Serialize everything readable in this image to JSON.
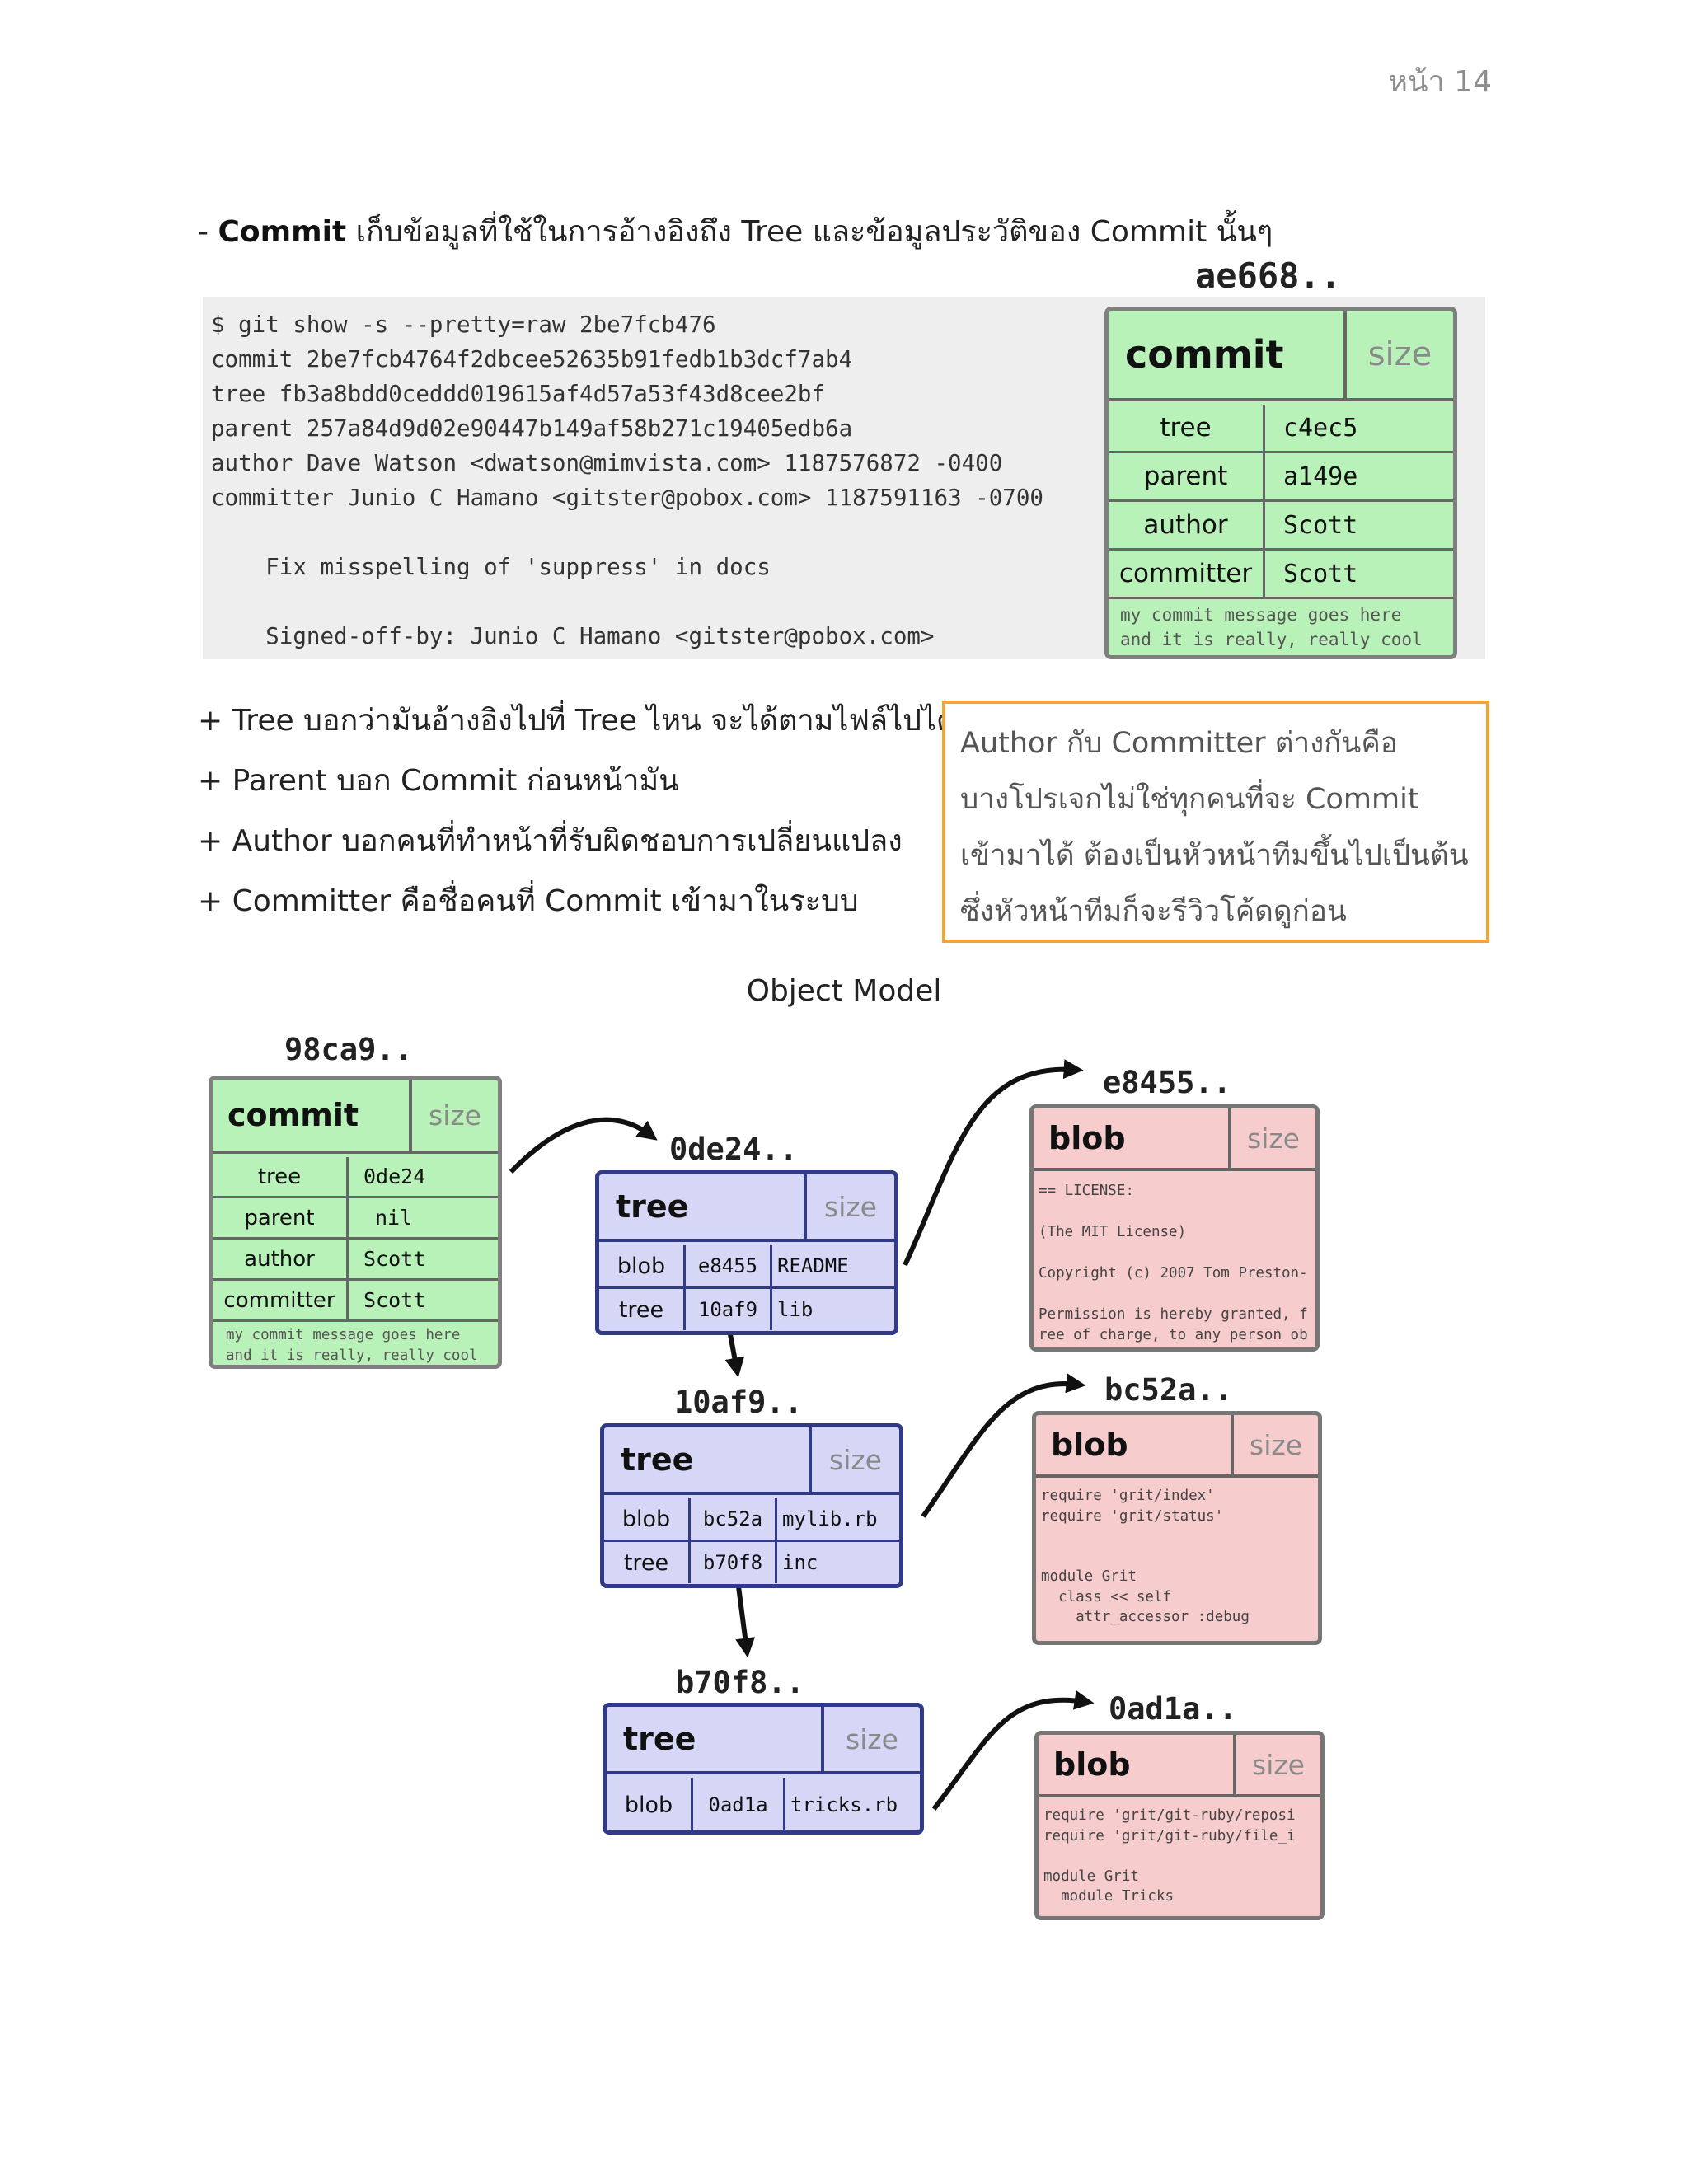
{
  "page_number": "หน้า 14",
  "heading": {
    "bullet": "-",
    "bold": "Commit",
    "rest": "เก็บข้อมูลที่ใช้ในการอ้างอิงถึง Tree และข้อมูลประวัติของ Commit นั้นๆ"
  },
  "git_show": {
    "lines": [
      "$ git show -s --pretty=raw 2be7fcb476",
      "commit 2be7fcb4764f2dbcee52635b91fedb1b3dcf7ab4",
      "tree fb3a8bdd0ceddd019615af4d57a53f43d8cee2bf",
      "parent 257a84d9d02e90447b149af58b271c19405edb6a",
      "author Dave Watson <dwatson@mimvista.com> 1187576872 -0400",
      "committer Junio C Hamano <gitster@pobox.com> 1187591163 -0700",
      "",
      "    Fix misspelling of 'suppress' in docs",
      "",
      "    Signed-off-by: Junio C Hamano <gitster@pobox.com>"
    ]
  },
  "top_commit": {
    "hash": "ae668..",
    "type": "commit",
    "size": "size",
    "rows": [
      {
        "k": "tree",
        "v": "c4ec5"
      },
      {
        "k": "parent",
        "v": "a149e"
      },
      {
        "k": "author",
        "v": "Scott"
      },
      {
        "k": "committer",
        "v": "Scott"
      }
    ],
    "message": "my commit message goes here\nand it is really, really cool"
  },
  "bullets": [
    "+ Tree บอกว่ามันอ้างอิงไปที่ Tree ไหน จะได้ตามไฟล์ไปได้ถูก",
    "+ Parent บอก Commit ก่อนหน้ามัน",
    "+ Author บอกคนที่ทำหน้าที่รับผิดชอบการเปลี่ยนแปลง",
    "+ Committer คือชื่อคนที่ Commit เข้ามาในระบบ"
  ],
  "note": {
    "lines": [
      "Author กับ Committer ต่างกันคือ",
      "บางโปรเจกไม่ใช่ทุกคนที่จะ Commit",
      "เข้ามาได้ ต้องเป็นหัวหน้าทีมขึ้นไปเป็นต้น",
      "ซึ่งหัวหน้าทีมก็จะรีวิวโค้ดดูก่อน"
    ]
  },
  "object_model": {
    "title": "Object Model",
    "commit": {
      "hash": "98ca9..",
      "type": "commit",
      "size": "size",
      "rows": [
        {
          "k": "tree",
          "v": "0de24"
        },
        {
          "k": "parent",
          "v": "nil"
        },
        {
          "k": "author",
          "v": "Scott"
        },
        {
          "k": "committer",
          "v": "Scott"
        }
      ],
      "message": "my commit message goes here\nand it is really, really cool"
    },
    "trees": [
      {
        "hash": "0de24..",
        "type": "tree",
        "size": "size",
        "rows": [
          {
            "k": "blob",
            "v": "e8455",
            "name": "README"
          },
          {
            "k": "tree",
            "v": "10af9",
            "name": "lib"
          }
        ]
      },
      {
        "hash": "10af9..",
        "type": "tree",
        "size": "size",
        "rows": [
          {
            "k": "blob",
            "v": "bc52a",
            "name": "mylib.rb"
          },
          {
            "k": "tree",
            "v": "b70f8",
            "name": "inc"
          }
        ]
      },
      {
        "hash": "b70f8..",
        "type": "tree",
        "size": "size",
        "rows": [
          {
            "k": "blob",
            "v": "0ad1a",
            "name": "tricks.rb"
          }
        ]
      }
    ],
    "blobs": [
      {
        "hash": "e8455..",
        "type": "blob",
        "size": "size",
        "content": "== LICENSE:\n\n(The MIT License)\n\nCopyright (c) 2007 Tom Preston-\n\nPermission is hereby granted, f\nree of charge, to any person ob"
      },
      {
        "hash": "bc52a..",
        "type": "blob",
        "size": "size",
        "content": "require 'grit/index'\nrequire 'grit/status'\n\n\nmodule Grit\n  class << self\n    attr_accessor :debug"
      },
      {
        "hash": "0ad1a..",
        "type": "blob",
        "size": "size",
        "content": "require 'grit/git-ruby/reposi\nrequire 'grit/git-ruby/file_i\n\nmodule Grit\n  module Tricks"
      }
    ]
  }
}
